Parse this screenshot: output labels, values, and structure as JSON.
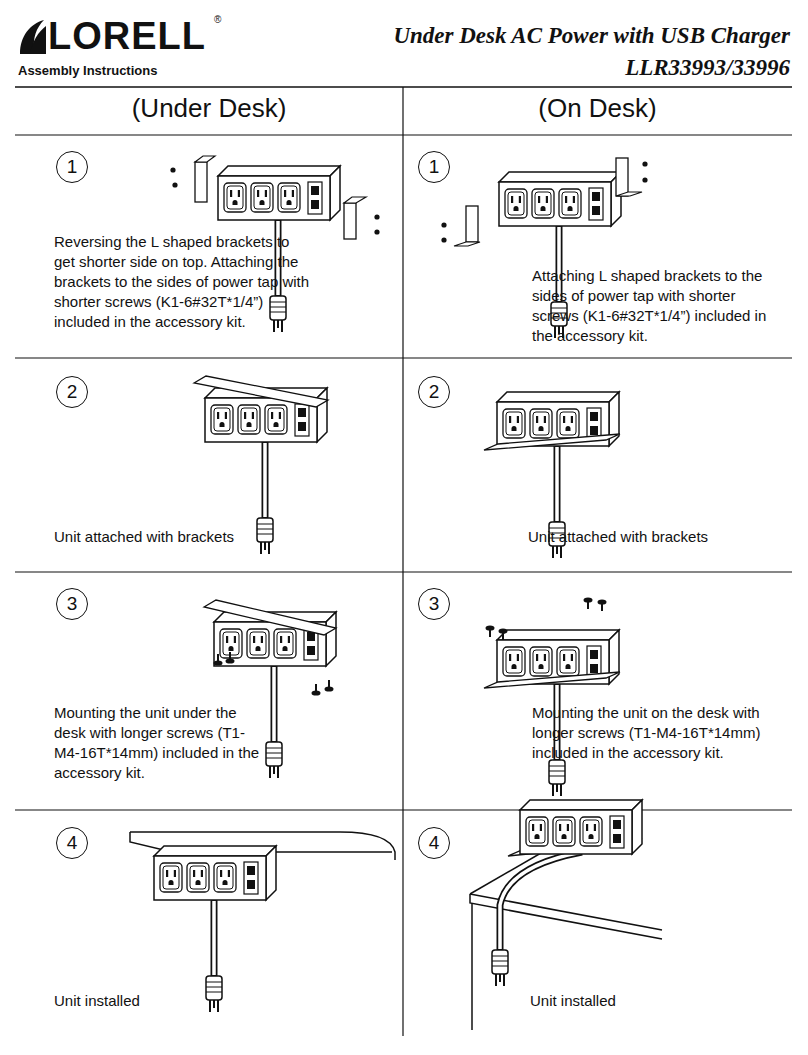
{
  "diagram": {
    "title": "Under Desk AC Power with USB Charger",
    "nodes": [
      {
        "text": [
          "1"
        ]
      },
      {
        "text": [
          "1"
        ]
      },
      {
        "text": [
          "2"
        ]
      },
      {
        "text": [
          "2"
        ]
      },
      {
        "text": [
          "3"
        ]
      },
      {
        "text": [
          "3"
        ]
      },
      {
        "text": [
          "4"
        ]
      },
      {
        "text": [
          "4"
        ]
      }
    ],
    "labels": [
      "LORELL",
      "®",
      "Assembly Instructions",
      "LLR33993/33996",
      "(Under Desk)",
      "(On Desk)",
      "Reversing the L shaped brackets to get shorter side on top. Attaching the brackets to the sides of power tap with shorter screws (K1-6#32T*1/4”) included in the accessory kit.",
      "Attaching L shaped brackets to the sides of power tap with shorter screws (K1-6#32T*1/4”) included in the accessory kit.",
      "Unit attached with brackets",
      "Unit attached with brackets",
      "Mounting the unit under the desk with longer screws (T1-M4-16T*14mm) included in the accessory kit.",
      "Mounting the unit on the desk with longer screws (T1-M4-16T*14mm) included in the accessory kit.",
      "Unit installed",
      "Unit installed"
    ]
  }
}
